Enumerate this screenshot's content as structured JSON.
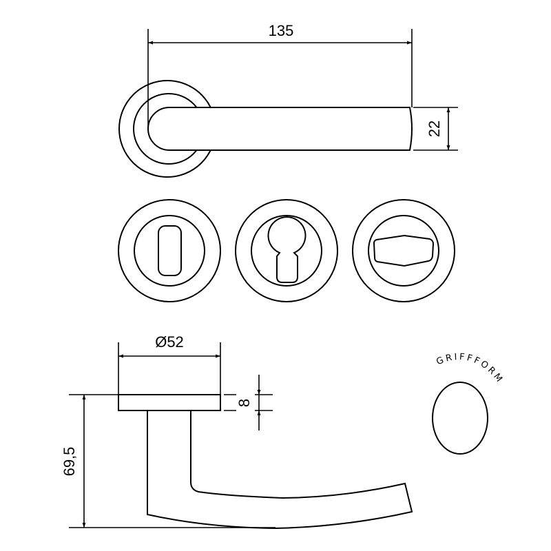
{
  "dimensions": {
    "lever_length": "135",
    "lever_thickness": "22",
    "rosette_diameter": "Ø52",
    "rosette_height": "8",
    "total_height": "69,5"
  },
  "rosettes": [
    "bb-keyhole",
    "profile-cylinder",
    "wc-turn"
  ],
  "brand": {
    "label": "GRIFFFORM"
  }
}
